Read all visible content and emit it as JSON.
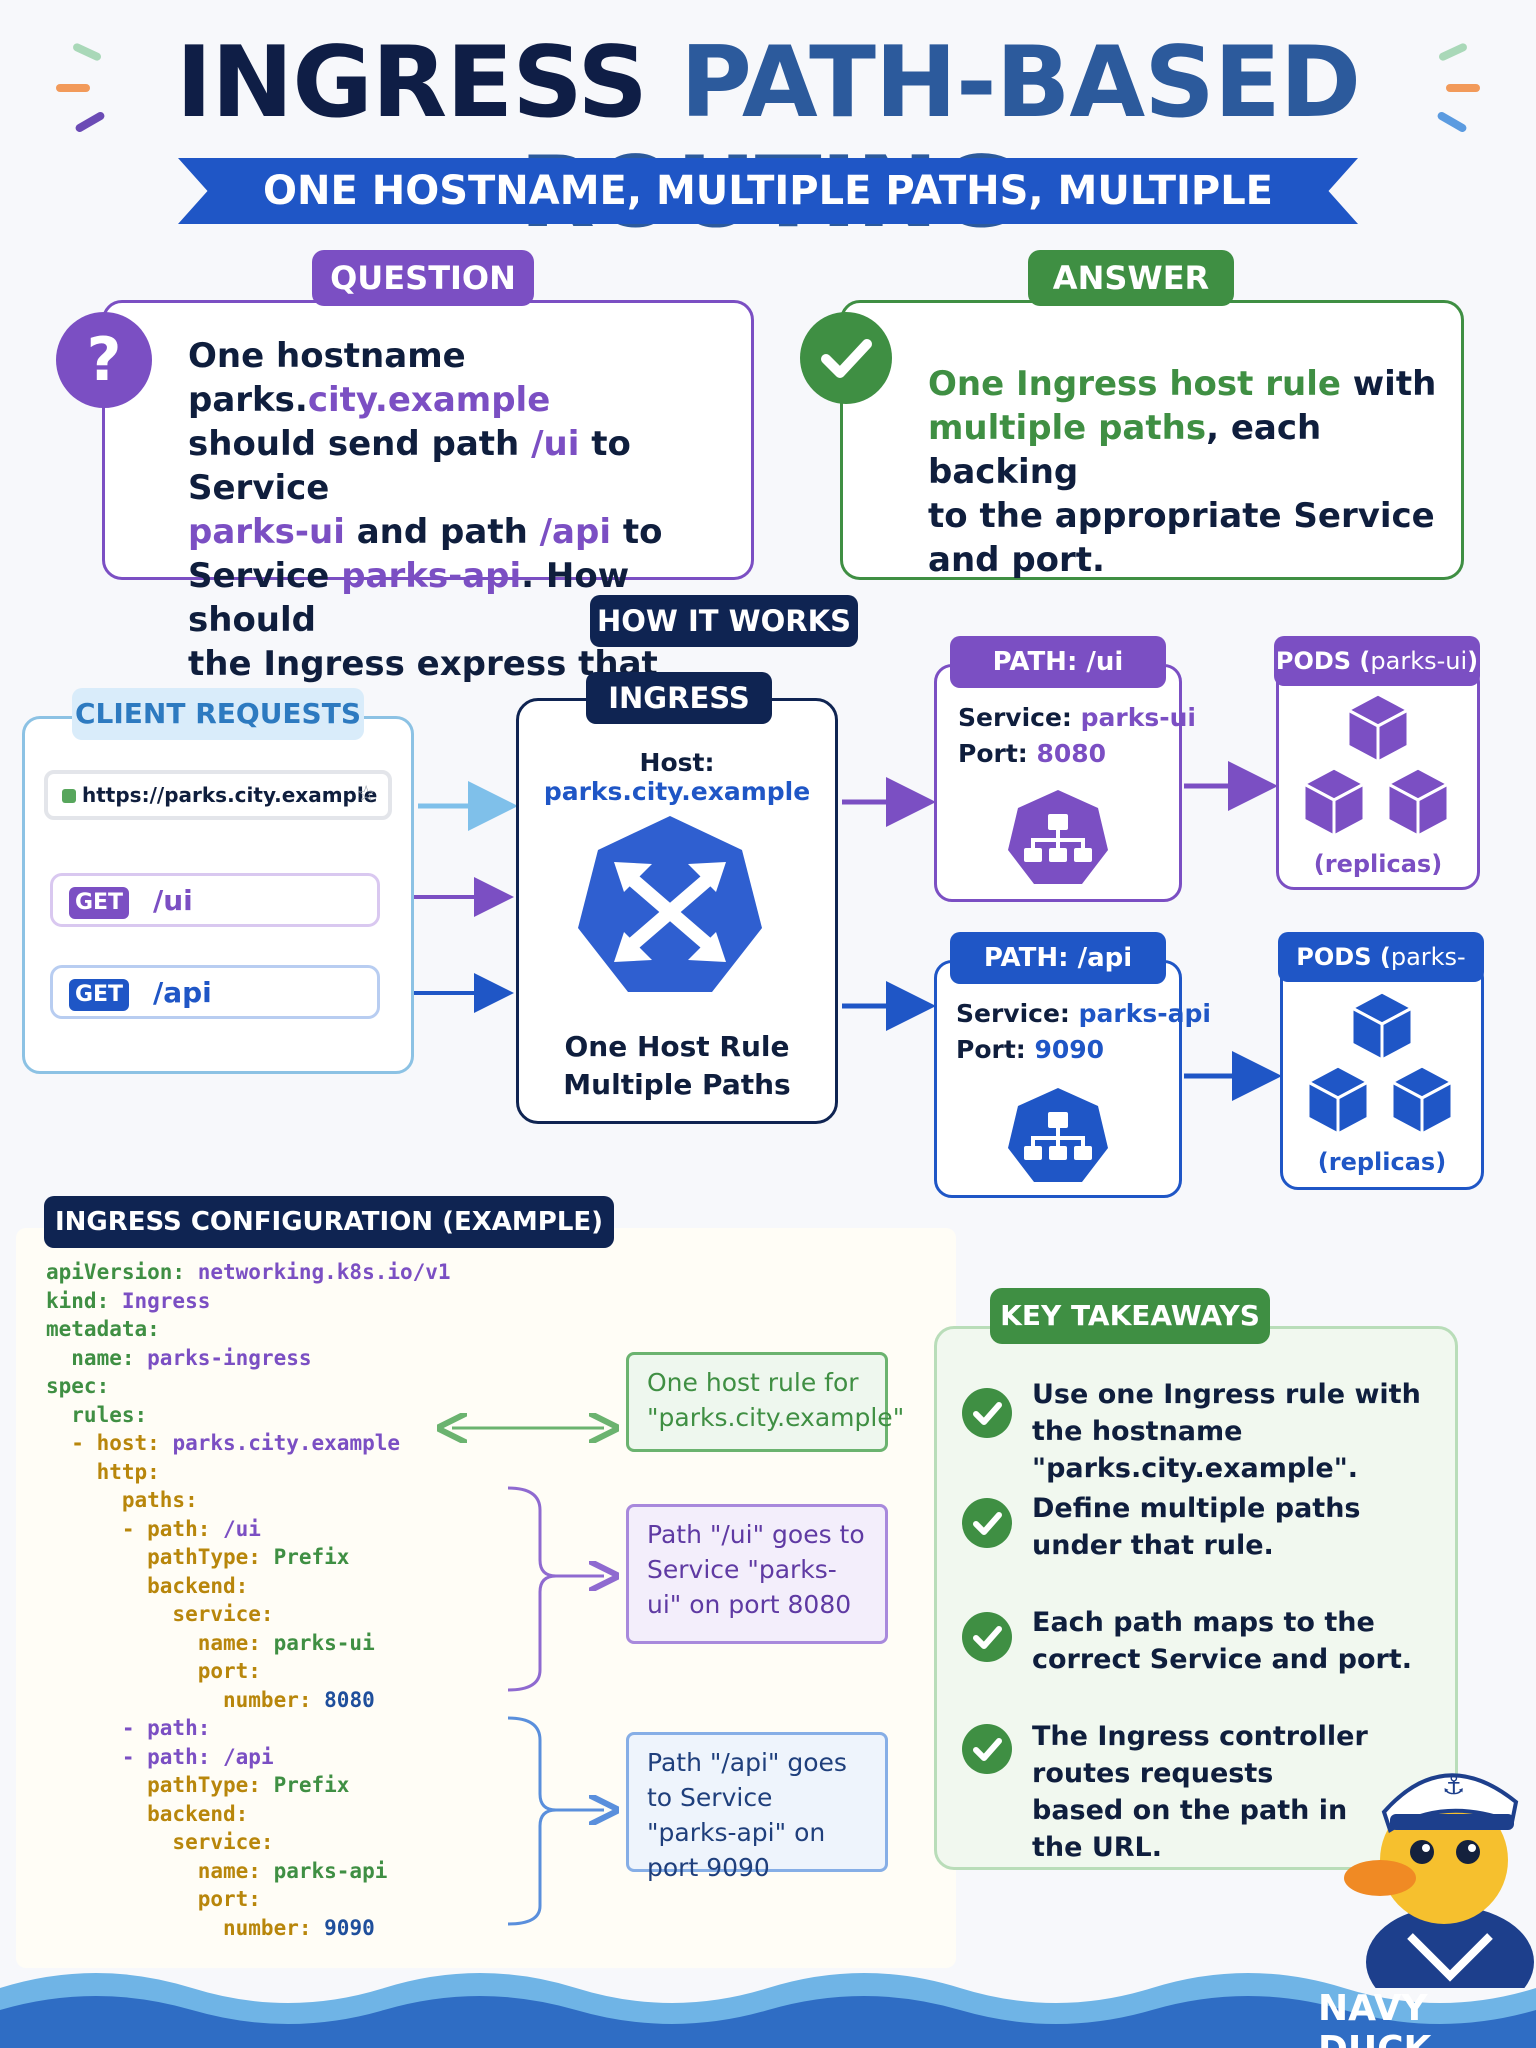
{
  "title": {
    "part1": "INGRESS",
    "part2": "PATH-BASED ROUTING"
  },
  "subtitle": "ONE HOSTNAME, MULTIPLE PATHS, MULTIPLE SERVICES",
  "question": {
    "label": "QUESTION",
    "icon": "question-icon",
    "lines": [
      [
        [
          "One hostname parks.",
          "n"
        ],
        [
          "city.example",
          "p"
        ]
      ],
      [
        [
          "should send path ",
          "n"
        ],
        [
          "/ui",
          "p"
        ],
        [
          " to Service",
          "n"
        ]
      ],
      [
        [
          "parks-ui",
          "p"
        ],
        [
          " and path ",
          "n"
        ],
        [
          "/api",
          "p"
        ],
        [
          " to",
          "n"
        ]
      ],
      [
        [
          "Service ",
          "n"
        ],
        [
          "parks-api",
          "p"
        ],
        [
          ". How should",
          "n"
        ]
      ],
      [
        [
          "the Ingress express that split?",
          "n"
        ]
      ]
    ]
  },
  "answer": {
    "label": "ANSWER",
    "icon": "check-icon",
    "lines": [
      [
        [
          "One Ingress host rule",
          "g"
        ],
        [
          " with",
          "n"
        ]
      ],
      [
        [
          "multiple paths",
          "g"
        ],
        [
          ", each backing",
          "n"
        ]
      ],
      [
        [
          "to the appropriate Service",
          "n"
        ]
      ],
      [
        [
          "and port.",
          "n"
        ]
      ]
    ]
  },
  "how": {
    "label": "HOW IT WORKS",
    "client": {
      "label": "CLIENT REQUESTS",
      "url": "https://parks.city.example",
      "requests": [
        {
          "method": "GET",
          "path": "/ui"
        },
        {
          "method": "GET",
          "path": "/api"
        }
      ]
    },
    "ingress": {
      "label": "INGRESS",
      "host_label": "Host:",
      "host": "parks.city.example",
      "rule_line1": "One Host Rule",
      "rule_line2": "Multiple Paths"
    },
    "routes": [
      {
        "label": "PATH: /ui",
        "service_label": "Service:",
        "service": "parks-ui",
        "port_label": "Port:",
        "port": "8080"
      },
      {
        "label": "PATH: /api",
        "service_label": "Service:",
        "service": "parks-api",
        "port_label": "Port:",
        "port": "9090"
      }
    ],
    "pods": [
      {
        "label_a": "PODS (",
        "label_b": "parks-ui",
        "label_c": ")",
        "replicas": "(replicas)"
      },
      {
        "label_a": "PODS (",
        "label_b": "parks-api",
        "label_c": ")",
        "replicas": "(replicas)"
      }
    ]
  },
  "config": {
    "label": "INGRESS CONFIGURATION (EXAMPLE)",
    "code_lines": [
      [
        [
          "apiVersion: ",
          "k1"
        ],
        [
          "networking.k8s.io/v1",
          "v1"
        ]
      ],
      [
        [
          "kind: ",
          "k1"
        ],
        [
          "Ingress",
          "v1"
        ]
      ],
      [
        [
          "metadata:",
          "k1"
        ]
      ],
      [
        [
          "  name: ",
          "k1"
        ],
        [
          "parks-ingress",
          "v1"
        ]
      ],
      [
        [
          "spec:",
          "k1"
        ]
      ],
      [
        [
          "  rules:",
          "k1"
        ]
      ],
      [
        [
          "  - host: ",
          "k2"
        ],
        [
          "parks.city.example",
          "v1"
        ]
      ],
      [
        [
          "    http:",
          "k2"
        ]
      ],
      [
        [
          "      paths:",
          "k2"
        ]
      ],
      [
        [
          "      - path: ",
          "k2"
        ],
        [
          "/ui",
          "v1"
        ]
      ],
      [
        [
          "        pathType: ",
          "k2"
        ],
        [
          "Prefix",
          "k1"
        ]
      ],
      [
        [
          "        backend:",
          "k2"
        ]
      ],
      [
        [
          "          service:",
          "k2"
        ]
      ],
      [
        [
          "            name: ",
          "k2"
        ],
        [
          "parks-ui",
          "k1"
        ]
      ],
      [
        [
          "            port:",
          "k2"
        ]
      ],
      [
        [
          "              number: ",
          "k2"
        ],
        [
          "8080",
          "v2"
        ]
      ],
      [
        [
          "      - path:",
          "v1"
        ]
      ],
      [
        [
          "      - path: ",
          "v1"
        ],
        [
          "/api",
          "v1"
        ]
      ],
      [
        [
          "        pathType: ",
          "k2"
        ],
        [
          "Prefix",
          "k1"
        ]
      ],
      [
        [
          "        backend:",
          "k2"
        ]
      ],
      [
        [
          "          service:",
          "k2"
        ]
      ],
      [
        [
          "            name: ",
          "k2"
        ],
        [
          "parks-api",
          "k1"
        ]
      ],
      [
        [
          "            port:",
          "k2"
        ]
      ],
      [
        [
          "              number: ",
          "k2"
        ],
        [
          "9090",
          "v2"
        ]
      ]
    ],
    "notes": [
      "One host rule for \"parks.city.example\"",
      "Path \"/ui\" goes to Service \"parks-ui\" on port 8080",
      "Path \"/api\" goes to Service \"parks-api\" on port 9090"
    ]
  },
  "takeaways": {
    "label": "KEY TAKEAWAYS",
    "items": [
      "Use one Ingress rule with the hostname \"parks.city.example\".",
      "Define multiple paths under that rule.",
      "Each path maps to the correct Service and port.",
      "The Ingress controller routes requests based on the path in the URL."
    ]
  },
  "brand": "NAVY DUCK",
  "colors": {
    "navy": "#0f2452",
    "purple": "#7b4fc3",
    "green": "#3f8f43",
    "blue": "#1f56c6",
    "light_blue": "#8cc2e4"
  }
}
